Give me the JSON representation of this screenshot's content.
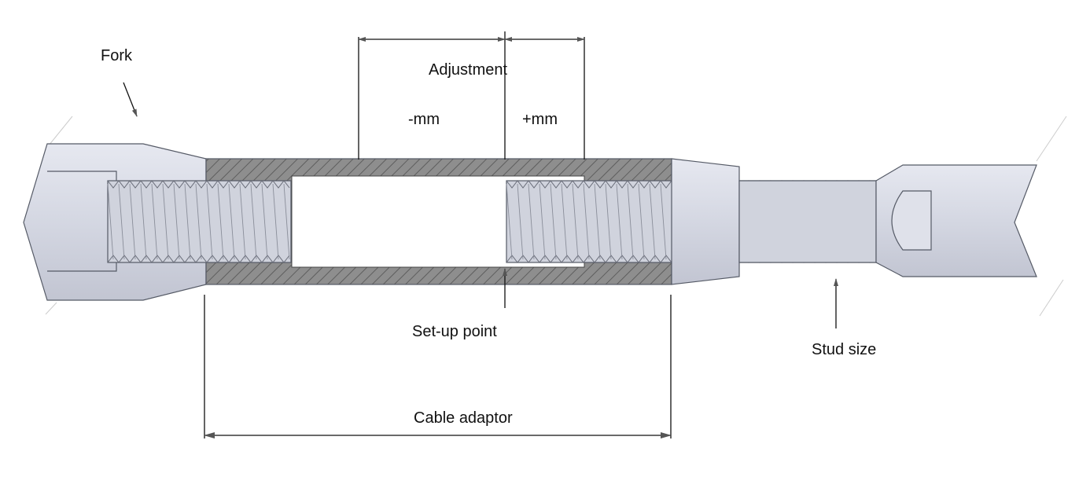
{
  "labels": {
    "fork": "Fork",
    "adjustment": "Adjustment",
    "minus_mm": "-mm",
    "plus_mm": "+mm",
    "setup_point": "Set-up point",
    "stud_size": "Stud size",
    "cable_adaptor": "Cable adaptor"
  },
  "colors": {
    "steel_light": "#d9dbe6",
    "steel_mid": "#c4c7d4",
    "section_hatch": "#7a7a7a",
    "section_fill": "#8c8c8c",
    "thread": "#cfd2dc"
  }
}
